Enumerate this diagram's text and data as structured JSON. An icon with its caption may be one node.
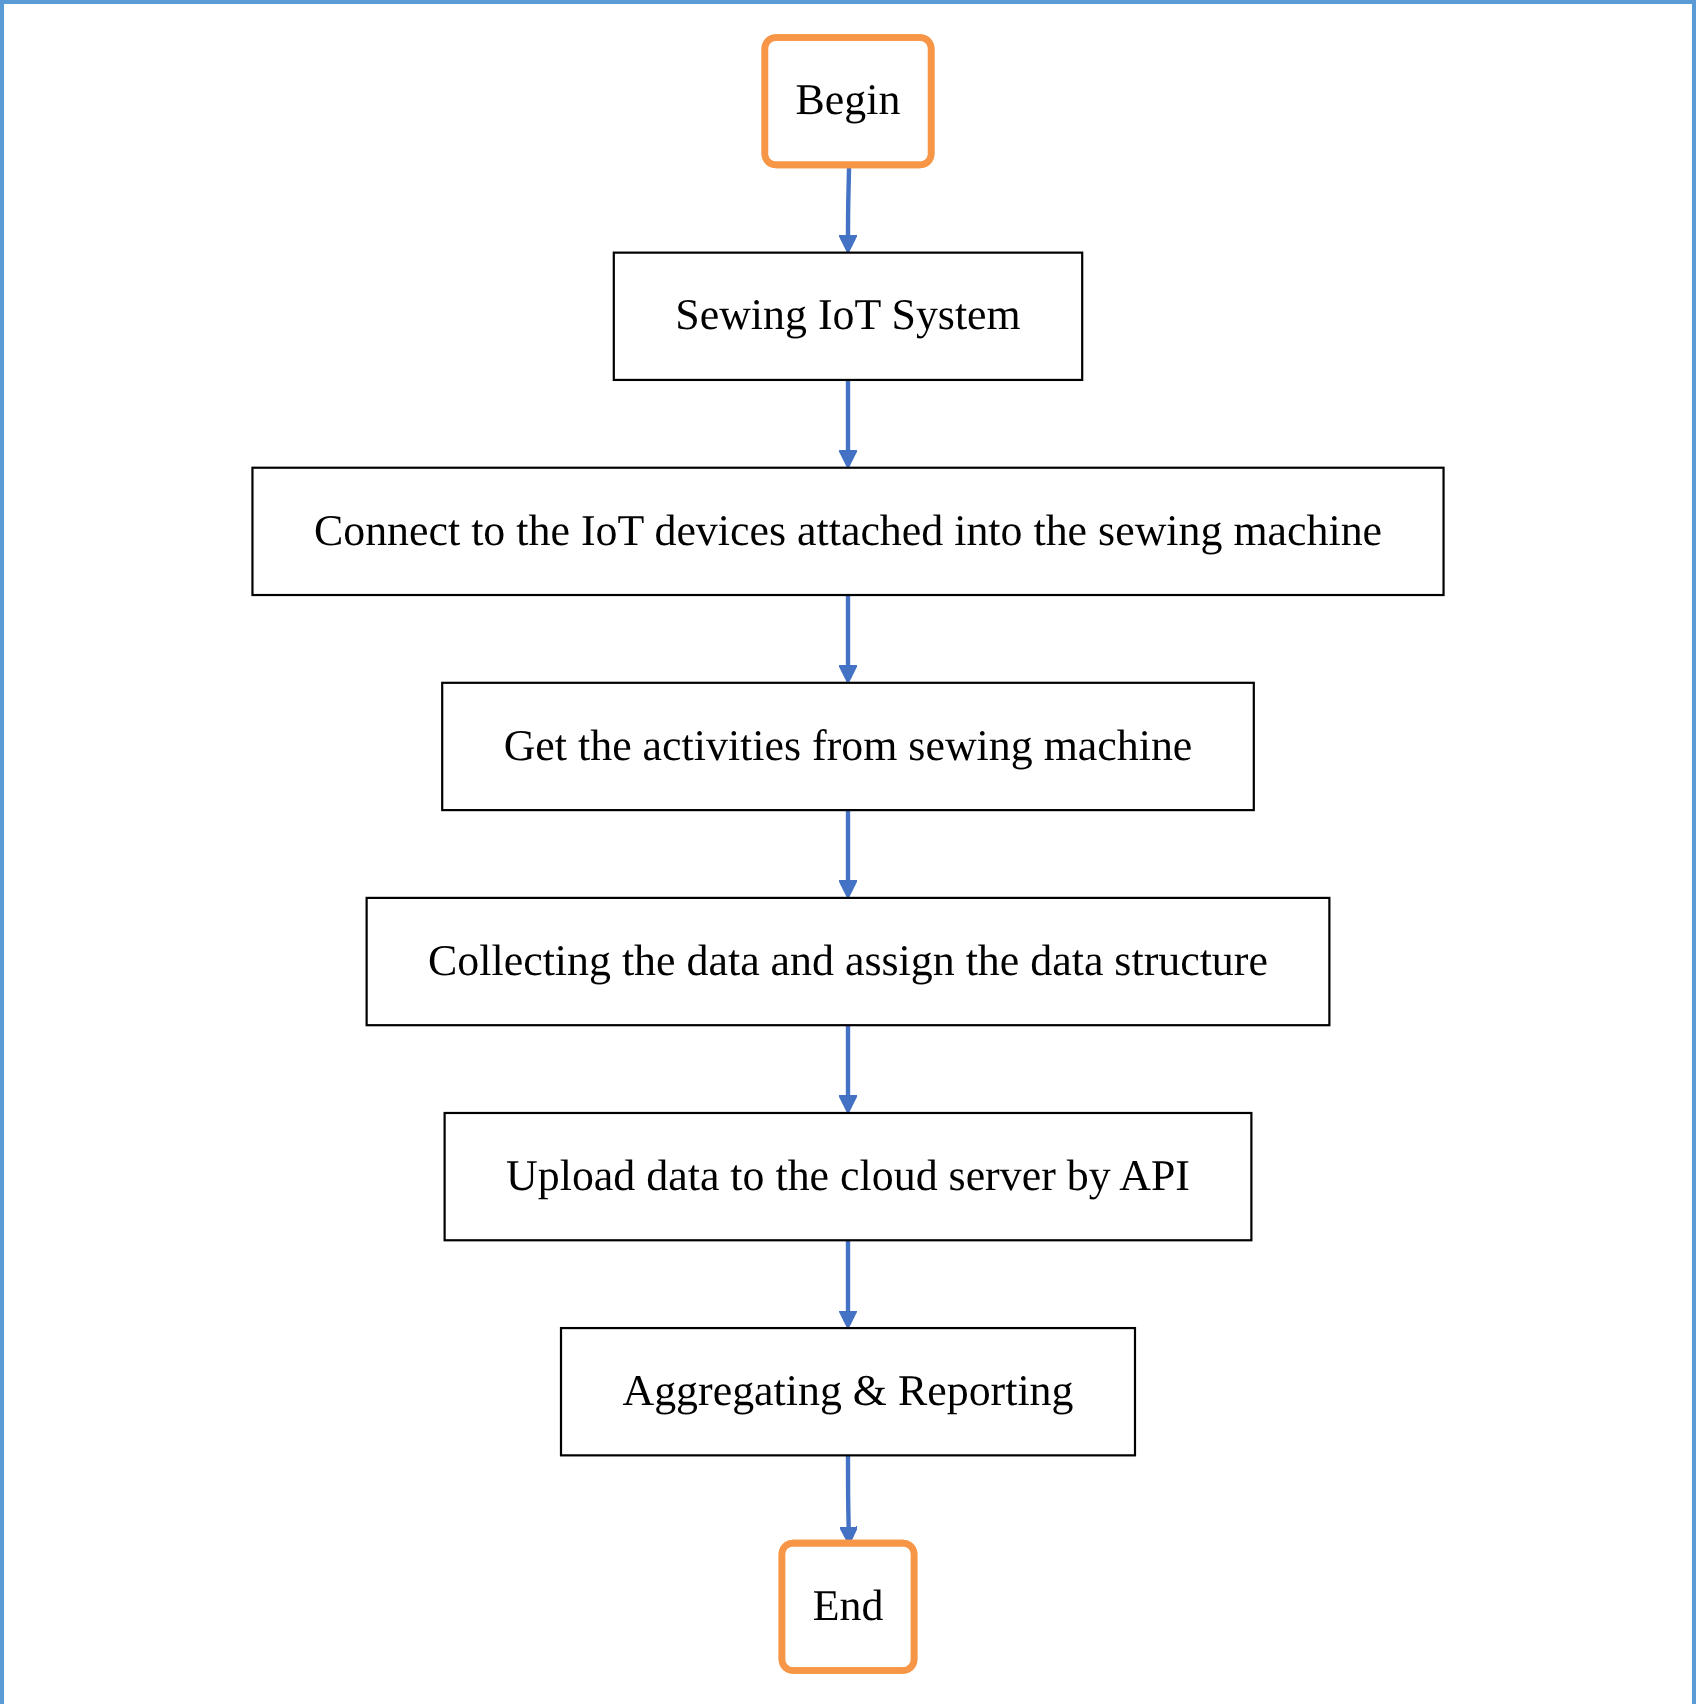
{
  "diagram": {
    "nodes": [
      {
        "text": [
          "Begin"
        ]
      },
      {
        "text": [
          "Sewing IoT System"
        ]
      },
      {
        "text": [
          "Connect to the IoT devices attached into the sewing machine"
        ]
      },
      {
        "text": [
          "Get the activities from sewing machine"
        ]
      },
      {
        "text": [
          "Collecting the data and assign the data structure"
        ]
      },
      {
        "text": [
          "Upload data to the cloud server by API"
        ]
      },
      {
        "text": [
          "Aggregating & Reporting"
        ]
      },
      {
        "text": [
          "End"
        ]
      }
    ],
    "edges": [
      {
        "from": 0,
        "to": 1,
        "arrow": "to"
      },
      {
        "from": 1,
        "to": 2,
        "arrow": "to"
      },
      {
        "from": 2,
        "to": 3,
        "arrow": "to"
      },
      {
        "from": 3,
        "to": 4,
        "arrow": "to"
      },
      {
        "from": 4,
        "to": 5,
        "arrow": "to"
      },
      {
        "from": 5,
        "to": 6,
        "arrow": "to"
      },
      {
        "from": 6,
        "to": 7,
        "arrow": "to"
      }
    ]
  }
}
